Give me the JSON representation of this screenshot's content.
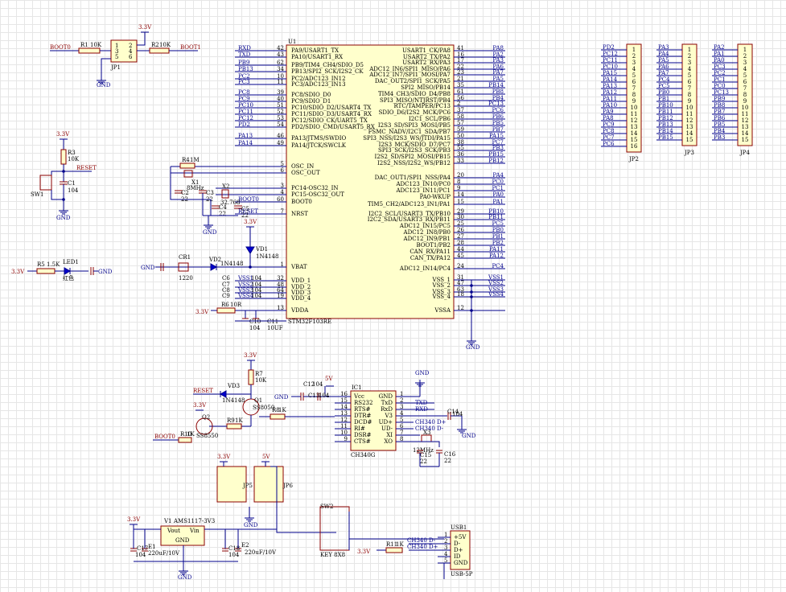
{
  "mcu": {
    "ref": "U1",
    "part": "STM32F103RE",
    "left_pins": [
      {
        "net": "RXD",
        "num": "42",
        "name": "PA9/USART1_TX"
      },
      {
        "net": "TXD",
        "num": "43",
        "name": "PA10/USART1_RX"
      },
      {
        "net": "PB9",
        "num": "62",
        "name": "PB9/TIM4_CH4/SDIO_D5"
      },
      {
        "net": "PB13",
        "num": "34",
        "name": "PB13/SPI2_SCK/I2S2_CK"
      },
      {
        "net": "PC2",
        "num": "10",
        "name": "PC2/ADC123_IN12"
      },
      {
        "net": "PC3",
        "num": "11",
        "name": "PC3/ADC123_IN13"
      },
      {
        "net": "PC8",
        "num": "39",
        "name": "PC8/SDIO_D0"
      },
      {
        "net": "PC9",
        "num": "40",
        "name": "PC9/SDIO_D1"
      },
      {
        "net": "PC10",
        "num": "51",
        "name": "PC10/SDIO_D2/USART4_TX"
      },
      {
        "net": "PC11",
        "num": "52",
        "name": "PC11/SDIO_D3/USART4_RX"
      },
      {
        "net": "PC12",
        "num": "53",
        "name": "PC12/SDIO_CK/UART5_TX"
      },
      {
        "net": "PD2",
        "num": "54",
        "name": "PD2/SDIO_CMD/USART5_RX"
      },
      {
        "net": "PA13",
        "num": "46",
        "name": "PA13/JTMS/SWDIO"
      },
      {
        "net": "PA14",
        "num": "49",
        "name": "PA14/JTCK/SWCLK"
      },
      {
        "net": "",
        "num": "5",
        "name": "OSC_IN"
      },
      {
        "net": "",
        "num": "6",
        "name": "OSC_OUT"
      },
      {
        "net": "",
        "num": "3",
        "name": "PC14-OSC32_IN"
      },
      {
        "net": "",
        "num": "4",
        "name": "PC15-OSC32_OUT"
      },
      {
        "net": "BOOT0",
        "num": "60",
        "name": "BOOT0"
      },
      {
        "net": "RESET",
        "num": "7",
        "name": "NRST"
      },
      {
        "net": "",
        "num": "1",
        "name": "VBAT"
      },
      {
        "net": "VSS1",
        "num": "32",
        "name": "VDD_1"
      },
      {
        "net": "VSS2",
        "num": "48",
        "name": "VDD_2"
      },
      {
        "net": "VSS3",
        "num": "64",
        "name": "VDD_3"
      },
      {
        "net": "VSS4",
        "num": "19",
        "name": "VDD_4"
      },
      {
        "net": "",
        "num": "13",
        "name": "VDDA"
      }
    ],
    "right_pins": [
      {
        "name": "USART1_CK/PA8",
        "num": "41",
        "net": "PA8"
      },
      {
        "name": "USART2_TX/PA2",
        "num": "16",
        "net": "PA2"
      },
      {
        "name": "USART2_RX/PA3",
        "num": "17",
        "net": "PA3"
      },
      {
        "name": "ADC12_IN6/SPI1_MISO/PA6",
        "num": "22",
        "net": "PA6"
      },
      {
        "name": "ADC12_IN7/SPI1_MOSI/PA7",
        "num": "23",
        "net": "PA7"
      },
      {
        "name": "DAC_OUT2/SPI1_SCK/PA5",
        "num": "21",
        "net": "PA5"
      },
      {
        "name": "SPI2_MISO/PB14",
        "num": "35",
        "net": "PB14"
      },
      {
        "name": "TIM4_CH3/SDIO_D4/PB8",
        "num": "61",
        "net": "PB8"
      },
      {
        "name": "SPI3_MISO/NTJRST/PB4",
        "num": "56",
        "net": "PB4"
      },
      {
        "name": "RTC/TAMPER/PC13",
        "num": "2",
        "net": "PC13"
      },
      {
        "name": "SDIO_D6/I2S2_MCK/PC6",
        "num": "37",
        "net": "PC6"
      },
      {
        "name": "I2C1_SCL/PB6",
        "num": "58",
        "net": "PB6"
      },
      {
        "name": "I2S3_SD/SPI3_MOSI/PB5",
        "num": "57",
        "net": "PB5"
      },
      {
        "name": "FSMC_NADV/I2C1_SDA/PB7",
        "num": "59",
        "net": "PB7"
      },
      {
        "name": "SPI3_NSS/I2S3_WS/JTDI/PA15",
        "num": "50",
        "net": "PA15"
      },
      {
        "name": "I2S3_MCK/SDIO_D7/PC7",
        "num": "38",
        "net": "PC7"
      },
      {
        "name": "SPI3_SCK/I2S3_SCK/PB3",
        "num": "55",
        "net": "PB3"
      },
      {
        "name": "I2S2_SD/SPI2_MOSI/PB15",
        "num": "36",
        "net": "PB15"
      },
      {
        "name": "I2S2_NSS/I2S2_WS/PB12",
        "num": "33",
        "net": "PB12"
      },
      {
        "name": "DAC_OUT1/SPI1_NSS/PA4",
        "num": "20",
        "net": "PA4"
      },
      {
        "name": "ADC123_IN10/PC0",
        "num": "8",
        "net": "PC0"
      },
      {
        "name": "ADC123_IN11/PC1",
        "num": "9",
        "net": "PC1"
      },
      {
        "name": "PA0-WKUP",
        "num": "14",
        "net": "PA0"
      },
      {
        "name": "TIM5_CH2/ADC123_IN1/PA1",
        "num": "15",
        "net": "PA1"
      },
      {
        "name": "I2C2_SCL/USART3_TX/PB10",
        "num": "29",
        "net": "PB10"
      },
      {
        "name": "I2C2_SDA/USART3_RX/PB11",
        "num": "30",
        "net": "PB11"
      },
      {
        "name": "ADC12_IN15/PC5",
        "num": "25",
        "net": "PC5"
      },
      {
        "name": "ADC12_IN8/PB0",
        "num": "26",
        "net": "PB0"
      },
      {
        "name": "ADC12_IN9/PB1",
        "num": "27",
        "net": "PB1"
      },
      {
        "name": "BOOT1/PB2",
        "num": "28",
        "net": "PB2"
      },
      {
        "name": "CAN_RX/PA11",
        "num": "44",
        "net": "PA11"
      },
      {
        "name": "CAN_TX/PA12",
        "num": "45",
        "net": "PA12"
      },
      {
        "name": "ADC12_IN14/PC4",
        "num": "24",
        "net": "PC4"
      },
      {
        "name": "VSS_1",
        "num": "31",
        "net": "VSS1"
      },
      {
        "name": "VSS_2",
        "num": "47",
        "net": "VSS2"
      },
      {
        "name": "VSS_3",
        "num": "63",
        "net": "VSS3"
      },
      {
        "name": "VSS_4",
        "num": "18",
        "net": "VSS4"
      },
      {
        "name": "VSSA",
        "num": "12",
        "net": ""
      }
    ]
  },
  "headers": [
    {
      "ref": "JP2",
      "nets": [
        "PD2",
        "PC12",
        "PC11",
        "PC10",
        "PA15",
        "PA14",
        "PA13",
        "PA12",
        "PA11",
        "PA10",
        "PA9",
        "PA8",
        "PC9",
        "PC8",
        "PC7",
        "PC6"
      ]
    },
    {
      "ref": "JP3",
      "nets": [
        "PA3",
        "PA4",
        "PA5",
        "PA6",
        "PA7",
        "PC4",
        "PC5",
        "PB0",
        "PB1",
        "PB10",
        "PB11",
        "PB12",
        "PB13",
        "PB14",
        "PB15"
      ]
    },
    {
      "ref": "JP4",
      "nets": [
        "PA2",
        "PA1",
        "PA0",
        "PC3",
        "PC2",
        "PC1",
        "PC0",
        "PC13",
        "PB9",
        "PB8",
        "PB7",
        "PB6",
        "PB5",
        "PB4",
        "PB3"
      ]
    }
  ],
  "nums16": [
    "1",
    "2",
    "3",
    "4",
    "5",
    "6",
    "7",
    "8",
    "9",
    "10",
    "11",
    "12",
    "13",
    "14",
    "15",
    "16"
  ],
  "boot": {
    "net_left": "BOOT0",
    "net_right": "BOOT1",
    "r1": "R1",
    "r1v": "10K",
    "r2": "R2",
    "r2v": "10K",
    "jp": "JP1",
    "vcc": "3.3V",
    "gnd": "GND",
    "pins": [
      "1",
      "2",
      "3",
      "4",
      "5",
      "6"
    ]
  },
  "reset": {
    "vcc": "3.3V",
    "r": "R3",
    "rv": "10K",
    "net": "RESET",
    "sw": "SW1",
    "c": "C1",
    "cv": "104",
    "gnd": "GND"
  },
  "led": {
    "vcc": "3.3V",
    "r": "R5",
    "rv": "1.5K",
    "d": "LED1",
    "color": "红色",
    "gnd": "GND"
  },
  "osc": {
    "r": "R4",
    "rv": "1M",
    "x1": "X1",
    "x1v": "8MHz",
    "c2": "C2",
    "c2v": "22",
    "c3": "C3",
    "c3v": "22",
    "x2": "X2",
    "x2v": "32.768",
    "c4": "C4",
    "c4v": "22",
    "c5": "C5",
    "c5v": "22",
    "gnd": "GND"
  },
  "vbat": {
    "vcc": "3.3V",
    "vd1": "VD1",
    "vd1v": "1N4148",
    "vd2": "VD2",
    "vd2v": "1N4148",
    "cr": "CR1",
    "crv": "1220",
    "gnd": "GND"
  },
  "decoup": {
    "caps": [
      "C6",
      "C7",
      "C8",
      "C9"
    ],
    "cv": "104",
    "r6": "R6",
    "r6v": "10R",
    "c10": "C10",
    "c10v": "104",
    "c11": "C11",
    "c11v": "10UF",
    "vcc": "3.3V",
    "gnd": "GND"
  },
  "ch340": {
    "ref": "IC1",
    "part": "CH340G",
    "left": [
      {
        "num": "16",
        "name": "Vcc"
      },
      {
        "num": "15",
        "name": "RS232"
      },
      {
        "num": "14",
        "name": "RTS#"
      },
      {
        "num": "13",
        "name": "DTR#"
      },
      {
        "num": "12",
        "name": "DCD#"
      },
      {
        "num": "11",
        "name": "RI#"
      },
      {
        "num": "10",
        "name": "DSR#"
      },
      {
        "num": "9",
        "name": "CTS#"
      }
    ],
    "right": [
      {
        "num": "1",
        "name": "GND",
        "net": ""
      },
      {
        "num": "2",
        "name": "TxD",
        "net": "TXD"
      },
      {
        "num": "3",
        "name": "RxD",
        "net": "RXD"
      },
      {
        "num": "4",
        "name": "V3",
        "net": ""
      },
      {
        "num": "5",
        "name": "UD+",
        "net": "CH340 D+"
      },
      {
        "num": "6",
        "name": "UD-",
        "net": "CH340 D-"
      },
      {
        "num": "7",
        "name": "XI",
        "net": ""
      },
      {
        "num": "8",
        "name": "XO",
        "net": ""
      }
    ],
    "c12": "C12",
    "c12v": "104",
    "c13": "C13",
    "c13v": "104",
    "c14": "C14",
    "c14v": "104",
    "x3": "X3",
    "x3v": "12MHz",
    "c15": "C15",
    "c15v": "22",
    "c16": "C16",
    "c16v": "22",
    "vcc": "5V",
    "gnd": "GND"
  },
  "autodl": {
    "vcc": "3.3V",
    "r7": "R7",
    "r7v": "10K",
    "q1": "Q1",
    "q1v": "SS8050",
    "vd3": "VD3",
    "vd3v": "1N4148",
    "r8": "R8",
    "r8v": "1K",
    "r9": "R9",
    "r9v": "1K",
    "q2": "Q2",
    "q2v": "SS8550",
    "r10": "R10",
    "r10v": "1K",
    "reset": "RESET",
    "boot0": "BOOT0"
  },
  "power": {
    "v1": "V1",
    "v1v": "AMS1117-3V3",
    "vout": "Vout",
    "vin": "Vin",
    "gnd": "GND",
    "e1": "E1",
    "e1v": "220uF/10V",
    "e2": "E2",
    "e2v": "220uF/10V",
    "c17": "C17",
    "c17v": "104",
    "c18": "C18",
    "c18v": "104",
    "vcc33": "3.3V",
    "vcc5": "5V",
    "jp5": "JP5",
    "jp6": "JP6",
    "sw2": "SW2",
    "swname": "KEY 8X8",
    "r11": "R11",
    "r11v": "1K",
    "usb": "USB1",
    "usbpart": "USB-5P",
    "usbpins": [
      "+5V",
      "D-",
      "D+",
      "ID",
      "GND"
    ],
    "dminus": "CH340 D-",
    "dplus": "CH340 D+"
  }
}
